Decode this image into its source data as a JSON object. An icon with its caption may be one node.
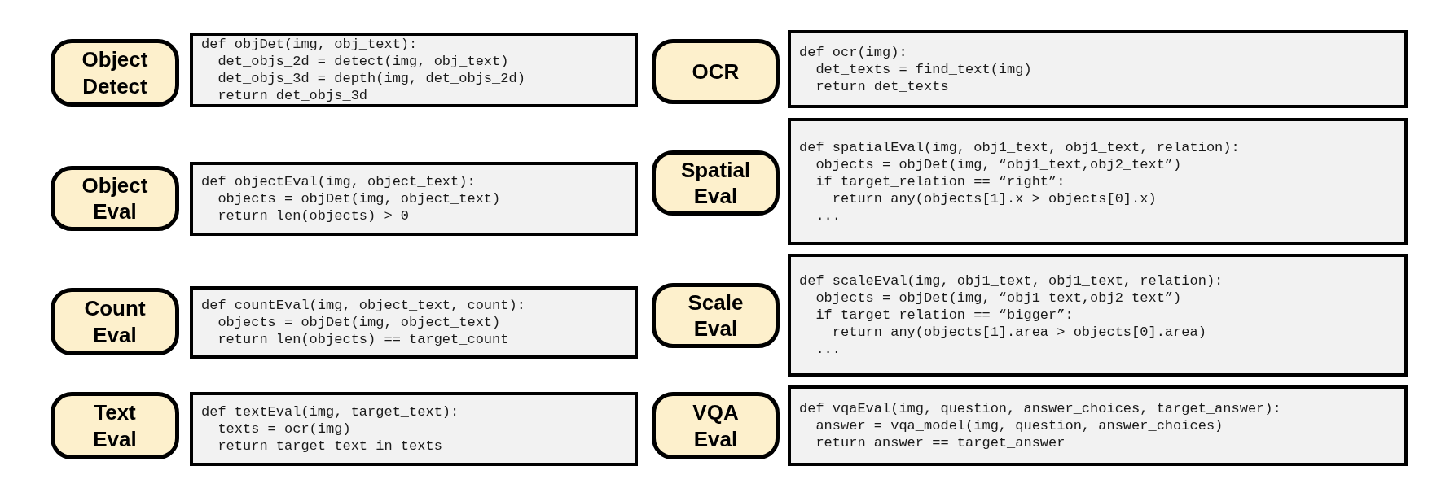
{
  "diagram": {
    "nodes": [
      {
        "text": [
          "Object Detect"
        ]
      },
      {
        "text": [
          "def objDet(img, obj_text):",
          "  det_objs_2d = detect(img, obj_text)",
          "  det_objs_3d = depth(img, det_objs_2d)",
          "  return det_objs_3d"
        ]
      },
      {
        "text": [
          "OCR"
        ]
      },
      {
        "text": [
          "def ocr(img):",
          "  det_texts = find_text(img)",
          "  return det_texts"
        ]
      },
      {
        "text": [
          "Spatial Eval"
        ]
      },
      {
        "text": [
          "def spatialEval(img, obj1_text, obj1_text, relation):",
          "  objects = objDet(img, “obj1_text,obj2_text”)",
          "  if target_relation == “right”:",
          "    return any(objects[1].x > objects[0].x)",
          "  ..."
        ]
      },
      {
        "text": [
          "Object Eval"
        ]
      },
      {
        "text": [
          "def objectEval(img, object_text):",
          "  objects = objDet(img, object_text)",
          "  return len(objects) > 0"
        ]
      },
      {
        "text": [
          "Scale Eval"
        ]
      },
      {
        "text": [
          "def scaleEval(img, obj1_text, obj1_text, relation):",
          "  objects = objDet(img, “obj1_text,obj2_text”)",
          "  if target_relation == “bigger”:",
          "    return any(objects[1].area > objects[0].area)",
          "  ..."
        ]
      },
      {
        "text": [
          "Count Eval"
        ]
      },
      {
        "text": [
          "def countEval(img, object_text, count):",
          "  objects = objDet(img, object_text)",
          "  return len(objects) == target_count"
        ]
      },
      {
        "text": [
          "Text Eval"
        ]
      },
      {
        "text": [
          "def textEval(img, target_text):",
          "  texts = ocr(img)",
          "  return target_text in texts"
        ]
      },
      {
        "text": [
          "VQA Eval"
        ]
      },
      {
        "text": [
          "def vqaEval(img, question, answer_choices, target_answer):",
          "  answer = vqa_model(img, question, answer_choices)",
          "  return answer == target_answer"
        ]
      }
    ]
  }
}
